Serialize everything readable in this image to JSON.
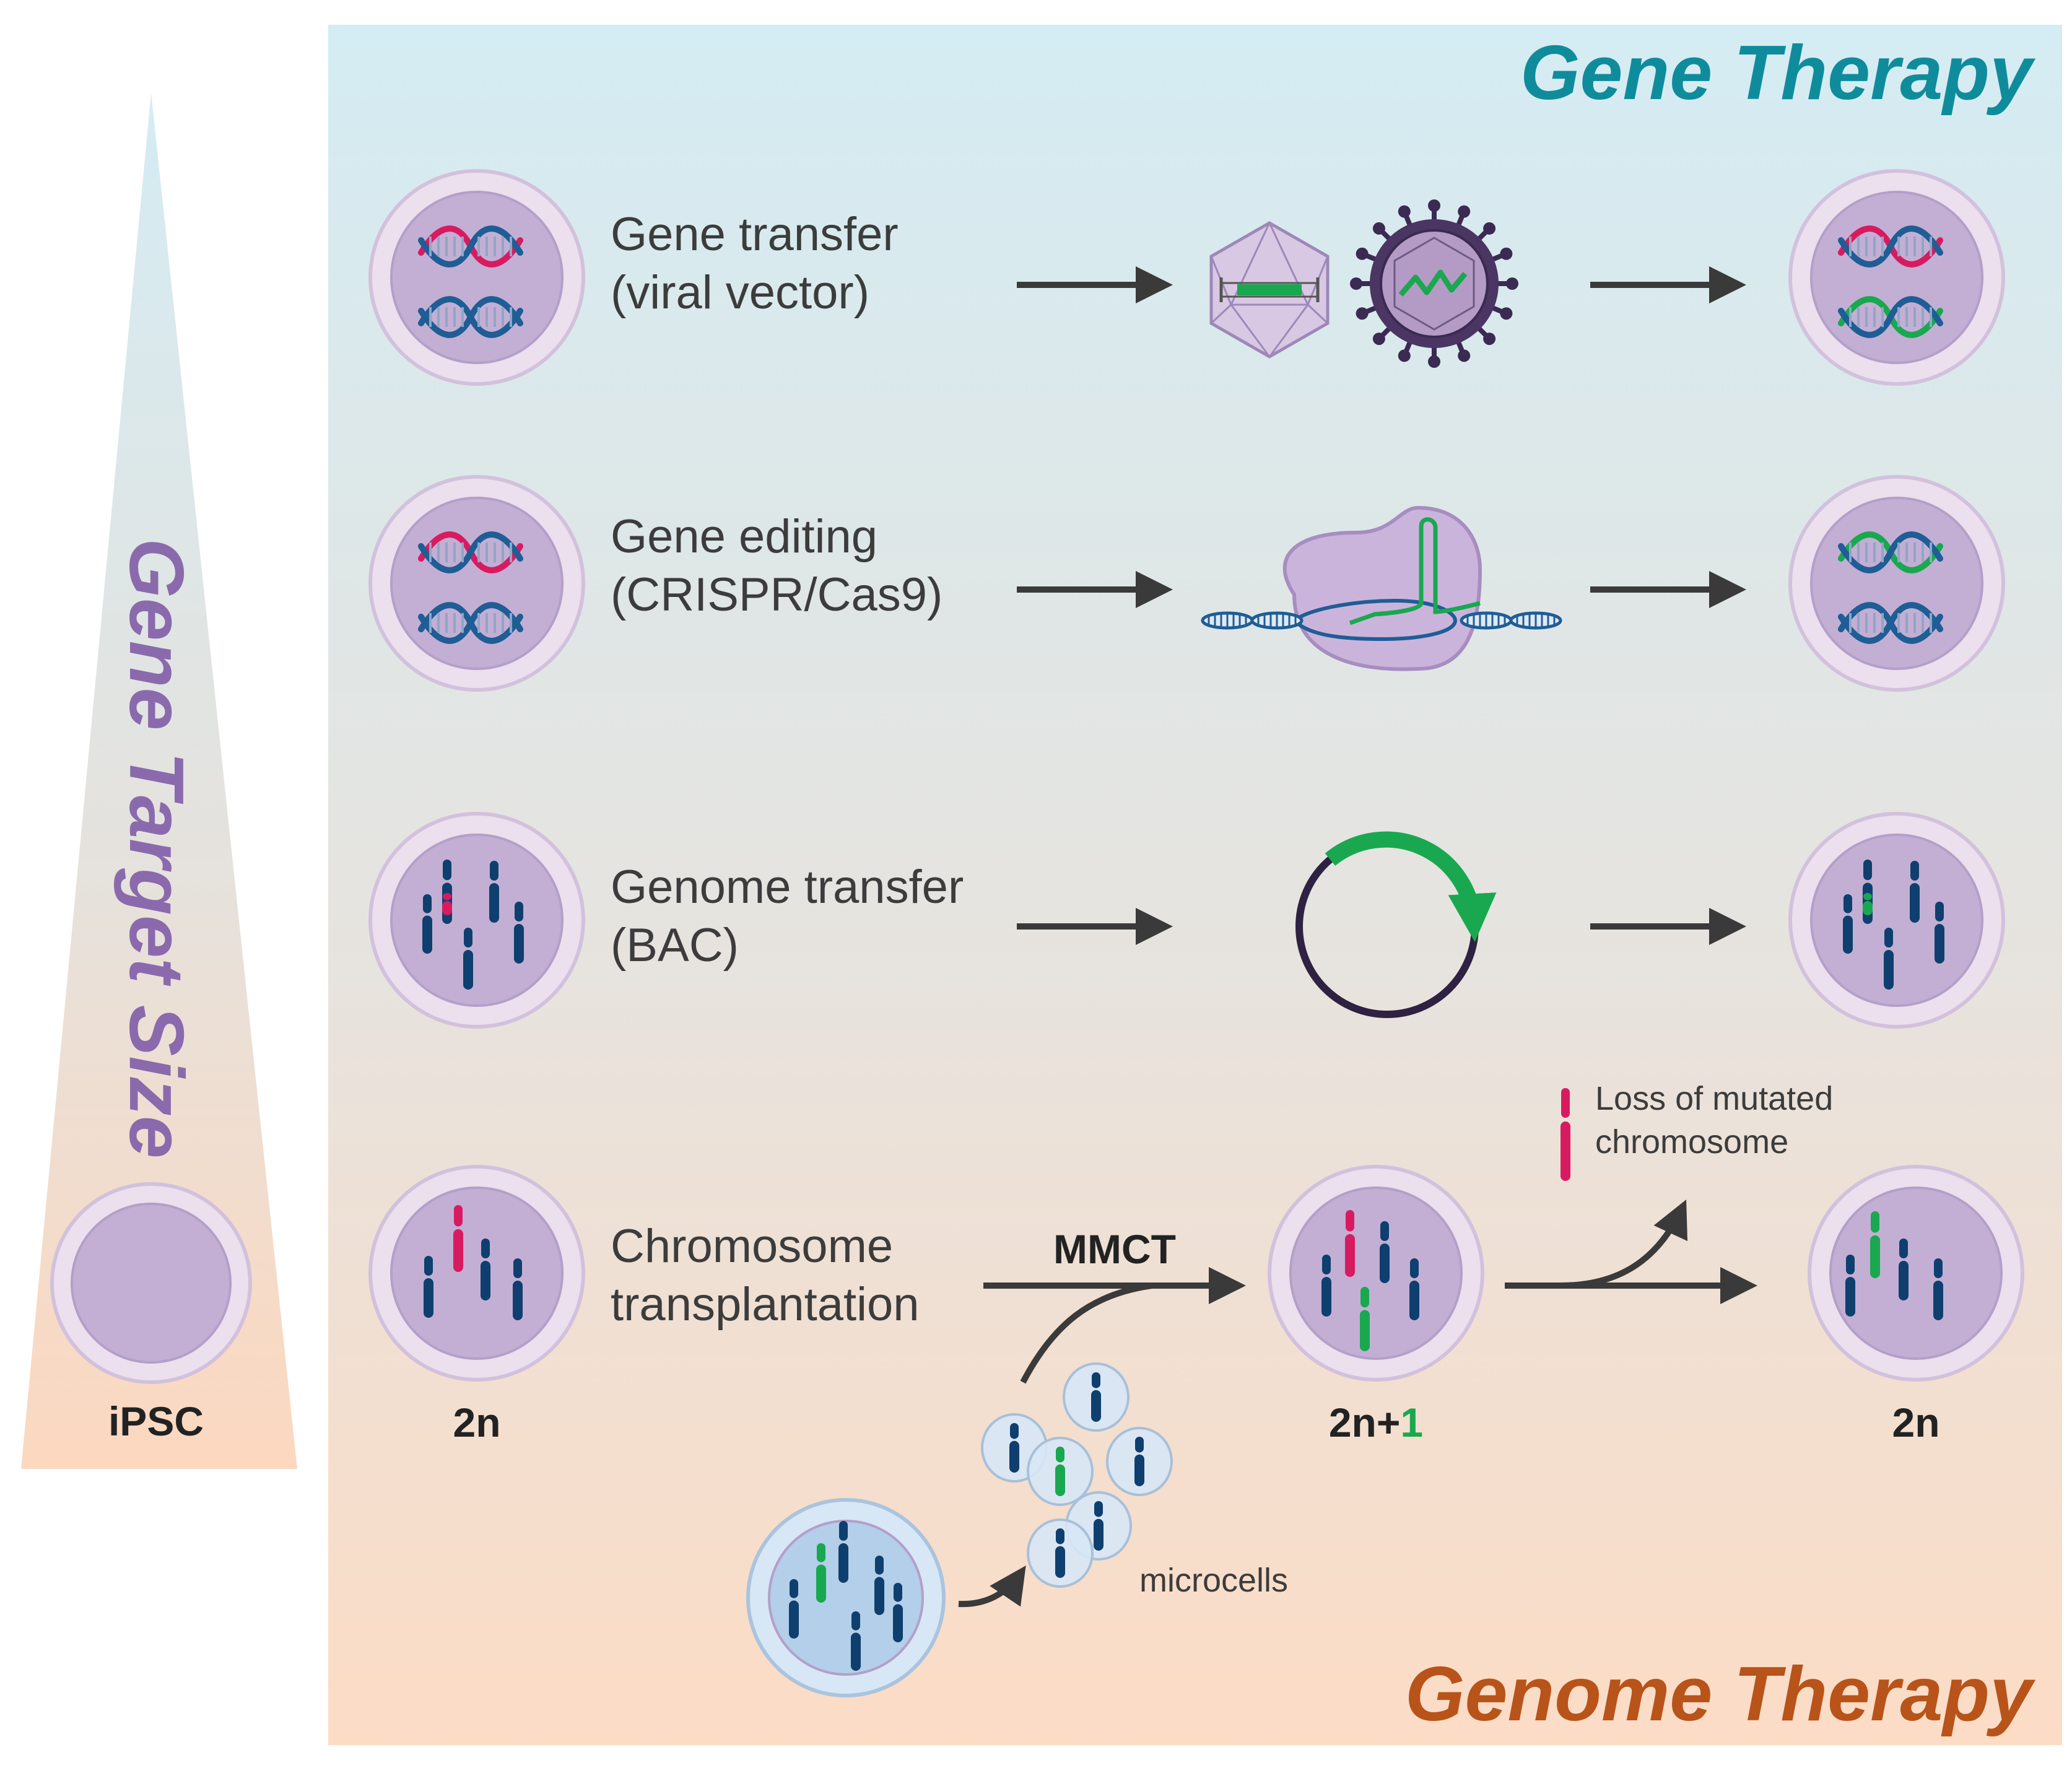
{
  "banners": {
    "top": "Gene Therapy",
    "bottom": "Genome Therapy"
  },
  "side": {
    "axis_label": "Gene Target Size",
    "cell_label": "iPSC"
  },
  "rows": [
    {
      "line1": "Gene transfer",
      "line2": "(viral vector)"
    },
    {
      "line1": "Gene editing",
      "line2": "(CRISPR/Cas9)"
    },
    {
      "line1": "Genome transfer",
      "line2": "(BAC)"
    },
    {
      "line1": "Chromosome",
      "line2": "transplantation"
    }
  ],
  "mmct": {
    "label": "MMCT",
    "microcells_label": "microcells",
    "loss_line1": "Loss of mutated",
    "loss_line2": "chromosome",
    "ploidy_before": "2n",
    "ploidy_mid_base": "2n+",
    "ploidy_mid_plus": "1",
    "ploidy_after": "2n"
  },
  "colors": {
    "top_banner": "#0f8c9c",
    "bottom_banner": "#b8531a",
    "axis_label": "#8a6aac",
    "dna_mutant": "#d81b60",
    "dna_normal": "#1f5d95",
    "dna_corrected": "#19a84f",
    "chromosome": "#0e3f6e",
    "arrow": "#3a3a3a",
    "cell_outer": "#ecdfee",
    "cell_nucleus": "#c3afd4"
  },
  "icons": [
    "dna-helix-icon",
    "chromosome-icon",
    "viral-capsid-icon",
    "virus-icon",
    "cas9-complex-icon",
    "bac-plasmid-icon",
    "microcell-icon"
  ]
}
